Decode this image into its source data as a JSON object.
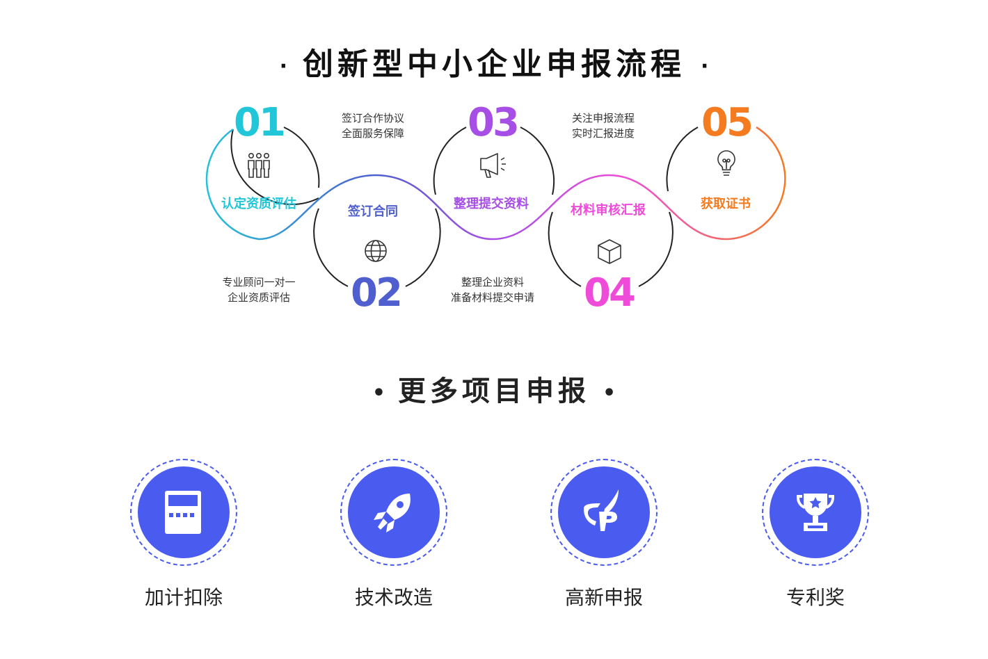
{
  "header": {
    "title": "创新型中小企业申报流程",
    "dot": "·"
  },
  "steps": [
    {
      "num": "01",
      "label": "认定资质评估",
      "icon": "people-icon",
      "color": "#22c6d9",
      "desc": [
        "专业顾问一对一",
        "企业资质评估"
      ]
    },
    {
      "num": "02",
      "label": "签订合同",
      "icon": "globe-icon",
      "color": "#4f5fd0",
      "desc": [
        "签订合作协议",
        "全面服务保障"
      ]
    },
    {
      "num": "03",
      "label": "整理提交资料",
      "icon": "megaphone-icon",
      "color": "#a64ee6",
      "desc": [
        "整理企业资料",
        "准备材料提交申请"
      ]
    },
    {
      "num": "04",
      "label": "材料审核汇报",
      "icon": "cube-icon",
      "color": "#ee4bd8",
      "desc": [
        "关注申报流程",
        "实时汇报进度"
      ]
    },
    {
      "num": "05",
      "label": "获取证书",
      "icon": "lightbulb-icon",
      "color": "#f47b20",
      "desc": []
    }
  ],
  "more": {
    "title": "更多项目申报",
    "dot": "•",
    "items": [
      {
        "label": "加计扣除",
        "icon": "calculator-icon"
      },
      {
        "label": "技术改造",
        "icon": "rocket-icon"
      },
      {
        "label": "高新申报",
        "icon": "hightech-logo-icon"
      },
      {
        "label": "专利奖",
        "icon": "trophy-icon"
      }
    ],
    "color": "#4a5bf0"
  }
}
